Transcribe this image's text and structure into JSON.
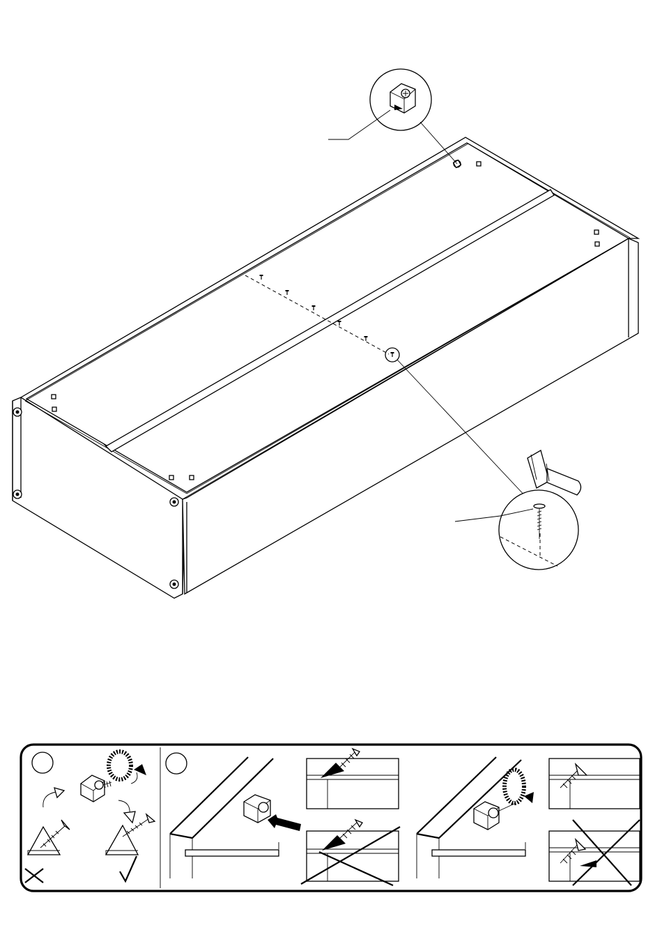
{
  "figure": {
    "main_diagram": {
      "connector_icons": [
        "cam-connector-icon",
        "nail-icon",
        "hammer-icon"
      ],
      "dashed_nail_line": true
    },
    "instruction_panel": {
      "steps": [
        {
          "label": "",
          "subject": "cam-connector-orientation"
        },
        {
          "label": "",
          "subject": "cam-connector-insertion"
        }
      ],
      "marks": [
        "wrong-mark",
        "correct-mark",
        "wrong-mark",
        "wrong-mark"
      ]
    }
  }
}
